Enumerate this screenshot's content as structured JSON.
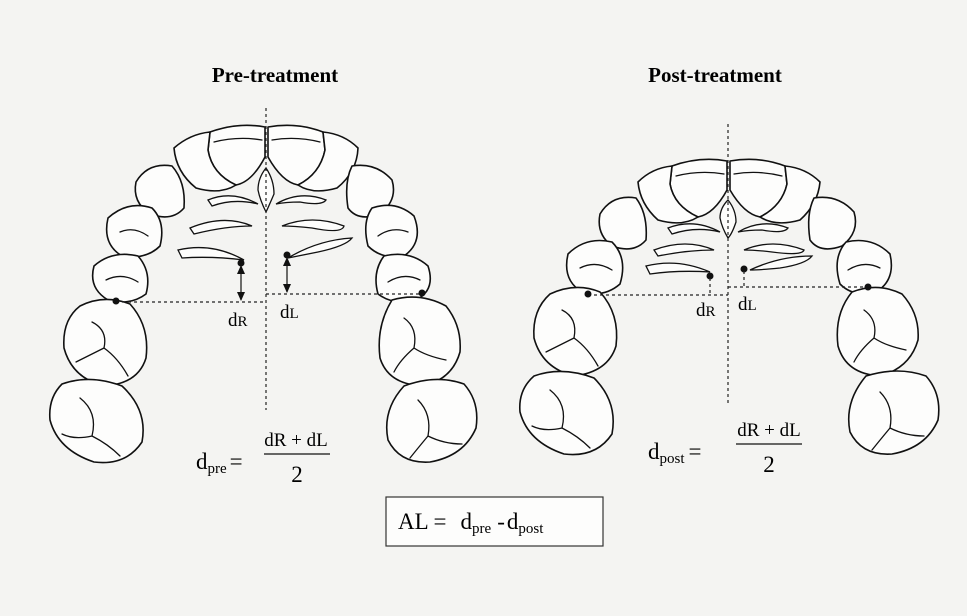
{
  "panels": [
    {
      "title": "Pre-treatment",
      "left_label": "d",
      "left_sub": "R",
      "right_label": "d",
      "right_sub": "L",
      "formula_lhs": "d",
      "formula_lhs_sub": "pre",
      "formula_eq": "=",
      "formula_num": "dR + dL",
      "formula_den": "2"
    },
    {
      "title": "Post-treatment",
      "left_label": "d",
      "left_sub": "R",
      "right_label": "d",
      "right_sub": "L",
      "formula_lhs": "d",
      "formula_lhs_sub": "post",
      "formula_eq": "=",
      "formula_num": "dR + dL",
      "formula_den": "2"
    }
  ],
  "result": {
    "lhs": "AL =",
    "term1": "d",
    "term1_sub": "pre",
    "minus": "-",
    "term2": "d",
    "term2_sub": "post"
  }
}
